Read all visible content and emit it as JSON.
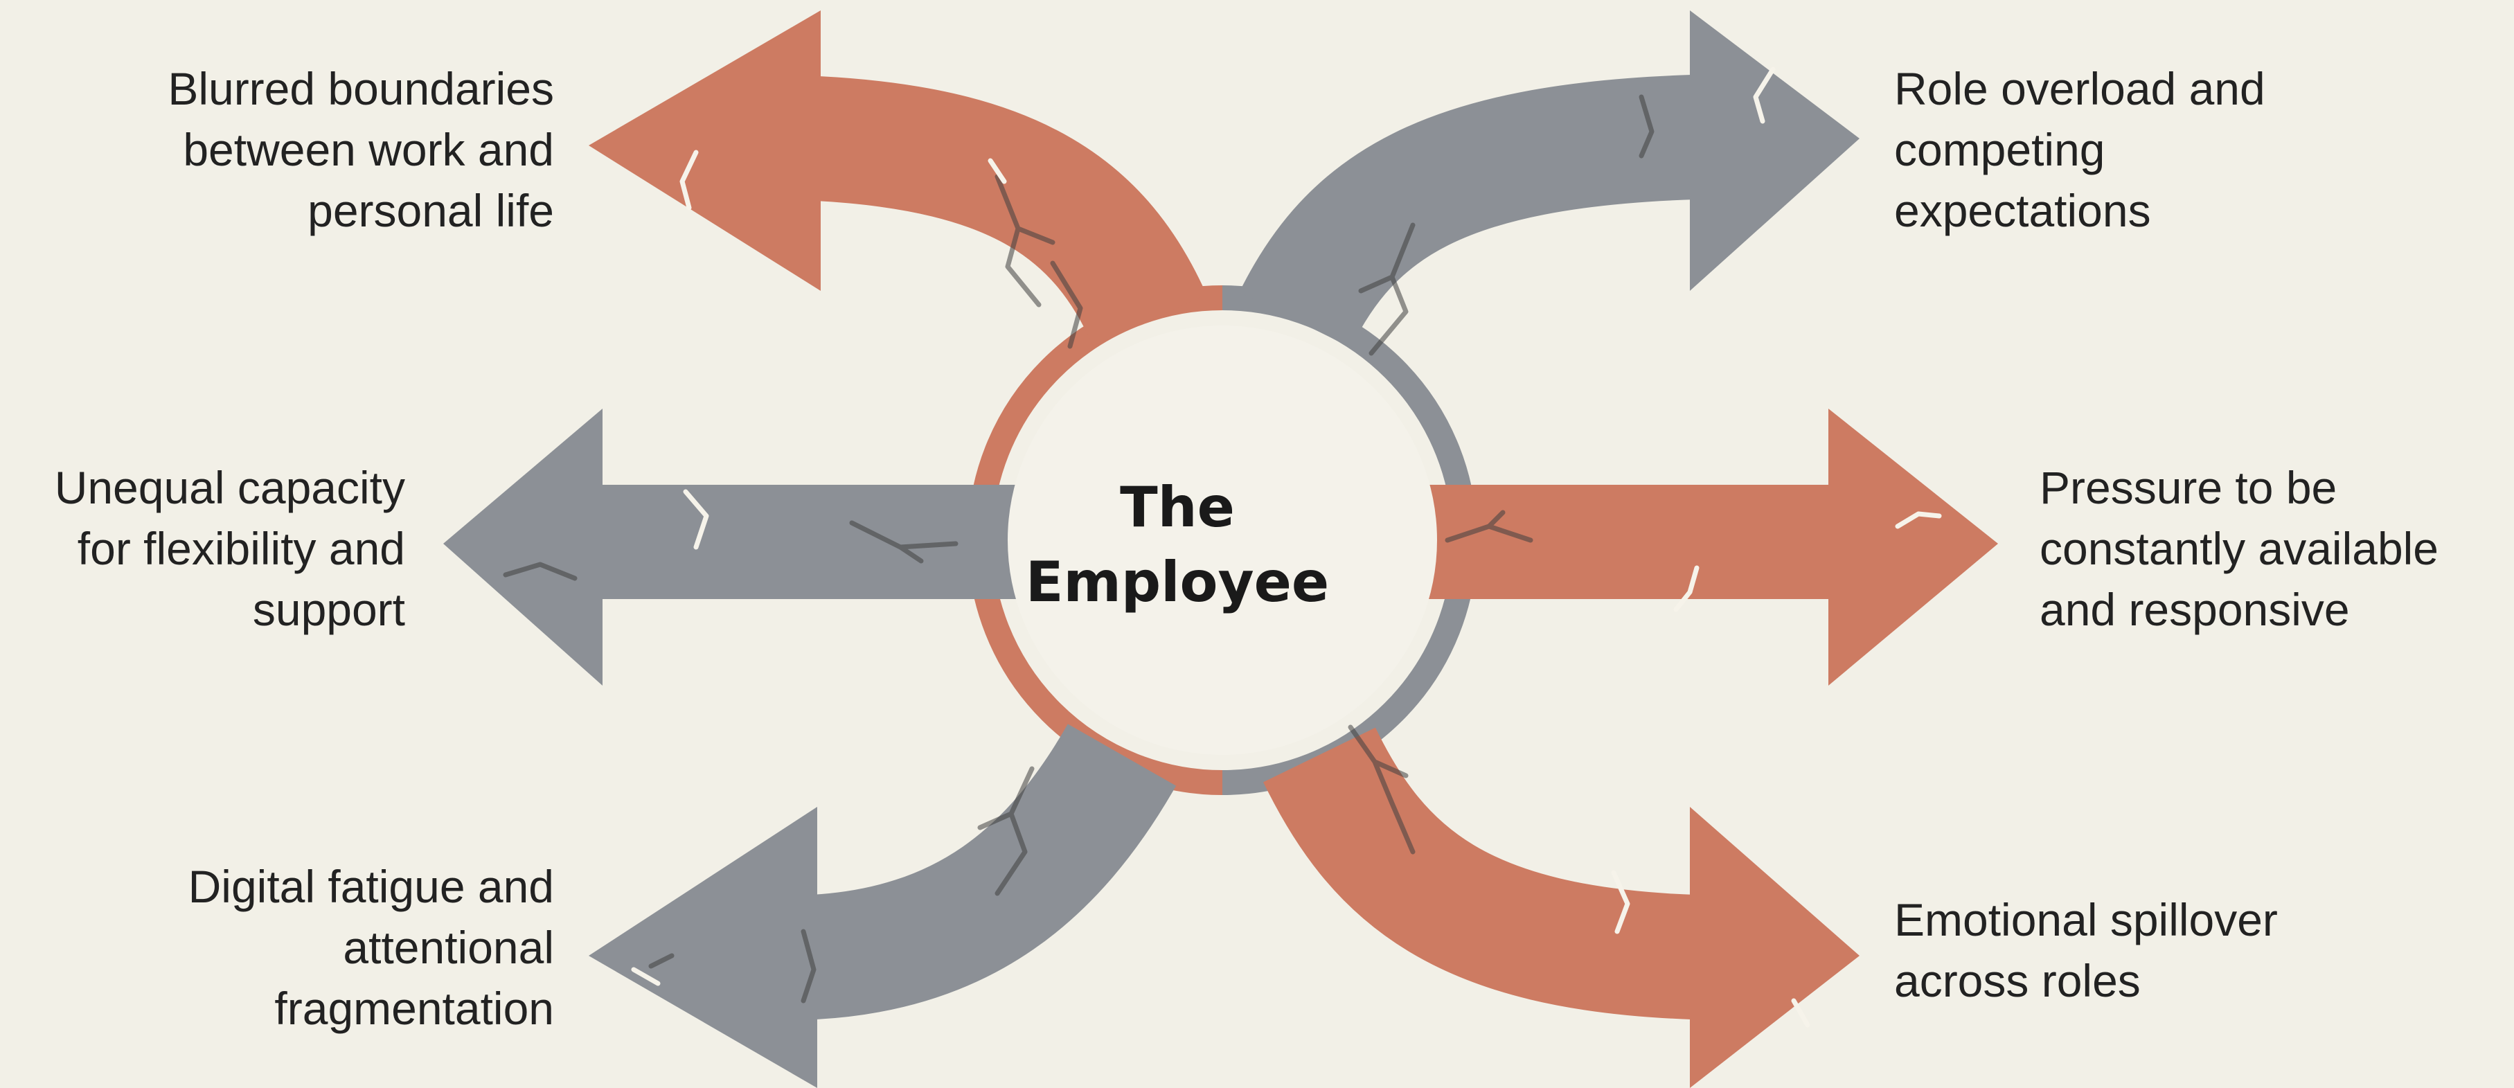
{
  "center": {
    "title_line1": "The",
    "title_line2": "Employee"
  },
  "arrows": [
    {
      "id": "top-left",
      "label": "Blurred boundaries\nbetween work and\npersonal life",
      "color": "#cd7b62"
    },
    {
      "id": "middle-left",
      "label": "Unequal capacity\nfor flexibility and\nsupport",
      "color": "#8c9096"
    },
    {
      "id": "bottom-left",
      "label": "Digital fatigue and\nattentional\nfragmentation",
      "color": "#8c9096"
    },
    {
      "id": "top-right",
      "label": "Role overload and\ncompeting\nexpectations",
      "color": "#8c9096"
    },
    {
      "id": "middle-right",
      "label": "Pressure to be\nconstantly available\nand responsive",
      "color": "#cd7b62"
    },
    {
      "id": "bottom-right",
      "label": "Emotional spillover\nacross roles",
      "color": "#cd7b62"
    }
  ],
  "colors": {
    "background": "#f2f0e7",
    "terracotta": "#cd7b62",
    "slate_gray": "#8c9096",
    "center_fill": "#f4f2ea",
    "text": "#222222"
  }
}
